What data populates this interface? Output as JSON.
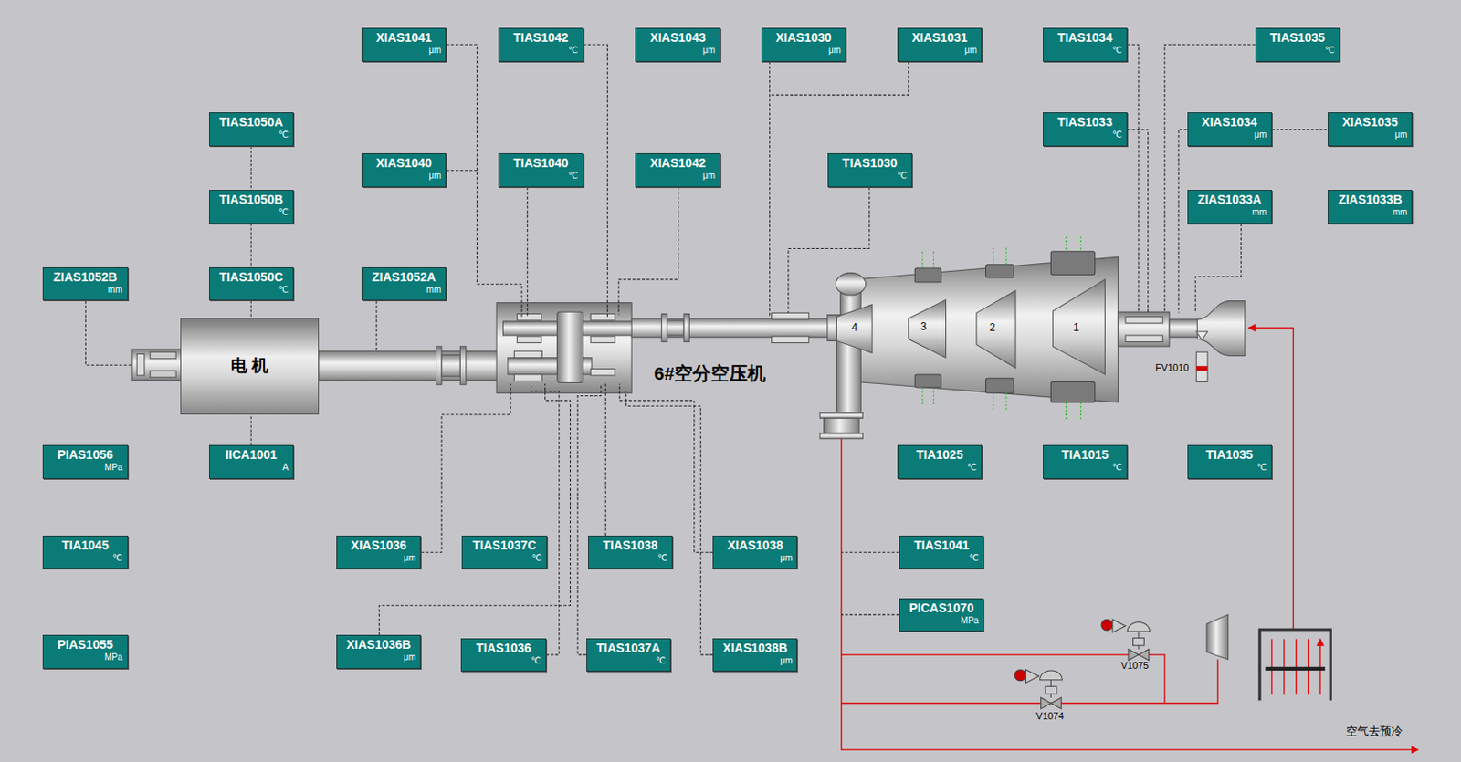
{
  "diagram": {
    "title": "6#空分空压机",
    "nodes": [
      {
        "text": [
          "XIAS1041",
          "μm"
        ]
      },
      {
        "text": [
          "TIAS1042",
          "℃"
        ]
      },
      {
        "text": [
          "XIAS1043",
          "μm"
        ]
      },
      {
        "text": [
          "XIAS1030",
          "μm"
        ]
      },
      {
        "text": [
          "XIAS1031",
          "μm"
        ]
      },
      {
        "text": [
          "TIAS1034",
          "℃"
        ]
      },
      {
        "text": [
          "TIAS1035",
          "℃"
        ]
      },
      {
        "text": [
          "TIAS1050A",
          "℃"
        ]
      },
      {
        "text": [
          "TIAS1033",
          "℃"
        ]
      },
      {
        "text": [
          "XIAS1034",
          "μm"
        ]
      },
      {
        "text": [
          "XIAS1035",
          "μm"
        ]
      },
      {
        "text": [
          "XIAS1040",
          "μm"
        ]
      },
      {
        "text": [
          "TIAS1040",
          "℃"
        ]
      },
      {
        "text": [
          "XIAS1042",
          "μm"
        ]
      },
      {
        "text": [
          "TIAS1030",
          "℃"
        ]
      },
      {
        "text": [
          "TIAS1050B",
          "℃"
        ]
      },
      {
        "text": [
          "ZIAS1033A",
          "mm"
        ]
      },
      {
        "text": [
          "ZIAS1033B",
          "mm"
        ]
      },
      {
        "text": [
          "ZIAS1052B",
          "mm"
        ]
      },
      {
        "text": [
          "TIAS1050C",
          "℃"
        ]
      },
      {
        "text": [
          "ZIAS1052A",
          "mm"
        ]
      },
      {
        "text": [
          "电 机"
        ]
      },
      {
        "text": [
          "PIAS1056",
          "MPa"
        ]
      },
      {
        "text": [
          "IICA1001",
          "A"
        ]
      },
      {
        "text": [
          "TIA1025",
          "℃"
        ]
      },
      {
        "text": [
          "TIA1015",
          "℃"
        ]
      },
      {
        "text": [
          "TIA1035",
          "℃"
        ]
      },
      {
        "text": [
          "TIA1045",
          "℃"
        ]
      },
      {
        "text": [
          "XIAS1036",
          "μm"
        ]
      },
      {
        "text": [
          "TIAS1037C",
          "℃"
        ]
      },
      {
        "text": [
          "TIAS1038",
          "℃"
        ]
      },
      {
        "text": [
          "XIAS1038",
          "μm"
        ]
      },
      {
        "text": [
          "TIAS1041",
          "℃"
        ]
      },
      {
        "text": [
          "PICAS1070",
          "MPa"
        ]
      },
      {
        "text": [
          "PIAS1055",
          "MPa"
        ]
      },
      {
        "text": [
          "XIAS1036B",
          "μm"
        ]
      },
      {
        "text": [
          "TIAS1036",
          "℃"
        ]
      },
      {
        "text": [
          "TIAS1037A",
          "℃"
        ]
      },
      {
        "text": [
          "XIAS1038B",
          "μm"
        ]
      }
    ],
    "edges": [
      {
        "from": 7,
        "to": 15,
        "arrow": "none"
      },
      {
        "from": 15,
        "to": 19,
        "arrow": "none"
      },
      {
        "from": 19,
        "to": 21,
        "arrow": "none"
      },
      {
        "from": 23,
        "to": 21,
        "arrow": "none"
      },
      {
        "from": 9,
        "to": 10,
        "arrow": "none"
      }
    ],
    "labels": [
      "4",
      "3",
      "2",
      "1",
      "FV1010",
      "V1075",
      "V1074",
      "空气去预冷"
    ]
  }
}
